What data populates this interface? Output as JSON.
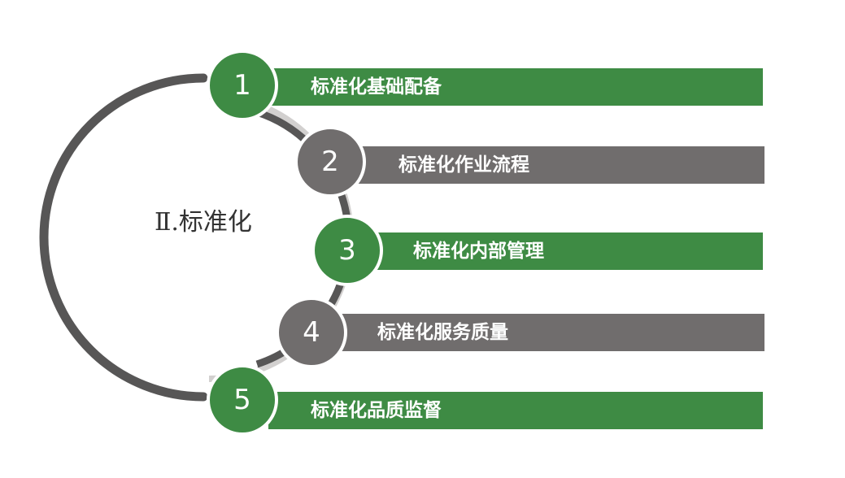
{
  "title": "Ⅱ.标准化",
  "colors": {
    "green": "#3e8b44",
    "gray": "#706d6d",
    "outer_arc": "#575656",
    "inner_arc": "#d2d0cf"
  },
  "items": [
    {
      "number": "1",
      "label": "标准化基础配备",
      "color": "green"
    },
    {
      "number": "2",
      "label": "标准化作业流程",
      "color": "gray"
    },
    {
      "number": "3",
      "label": "标准化内部管理",
      "color": "green"
    },
    {
      "number": "4",
      "label": "标准化服务质量",
      "color": "gray"
    },
    {
      "number": "5",
      "label": "标准化品质监督",
      "color": "green"
    }
  ]
}
